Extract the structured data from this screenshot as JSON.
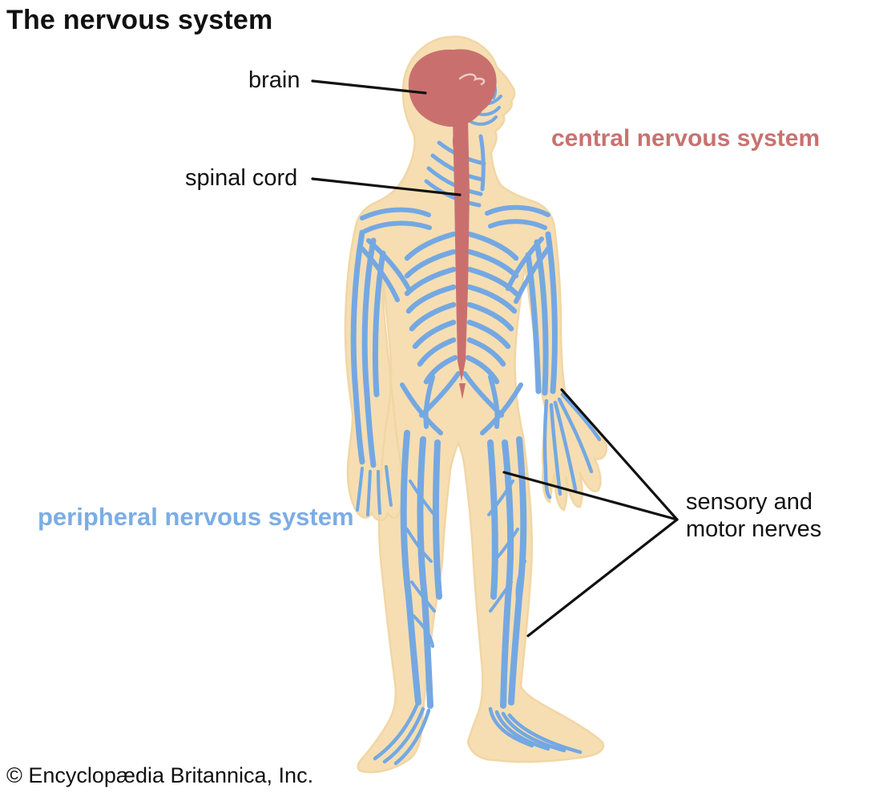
{
  "title": "The nervous system",
  "credit": "© Encyclopædia Britannica, Inc.",
  "diagram": {
    "labels": {
      "brain": "brain",
      "spinal_cord": "spinal cord",
      "central": "central nervous system",
      "peripheral": "peripheral nervous system",
      "sensory_motor": "sensory and motor nerves"
    },
    "colors": {
      "body": "#f6deb2",
      "body_outline": "#f1d6a4",
      "nerves": "#74a8e2",
      "brain_cord": "#c9706f",
      "central_label": "#c9716f",
      "peripheral_label": "#7bade5",
      "text": "#111111",
      "callout_line": "#111111"
    }
  }
}
